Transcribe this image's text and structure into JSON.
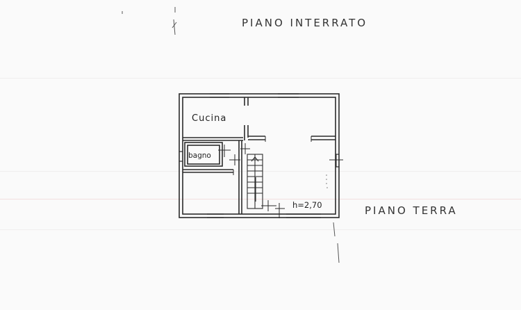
{
  "titles": {
    "upper": "PIANO INTERRATO",
    "lower": "PIANO TERRA"
  },
  "rooms": {
    "kitchen": "Cucina",
    "bathroom": "bagno"
  },
  "height_note": "h=2,70",
  "colors": {
    "ink": "#2a2a2a",
    "paper": "#fafafa"
  }
}
